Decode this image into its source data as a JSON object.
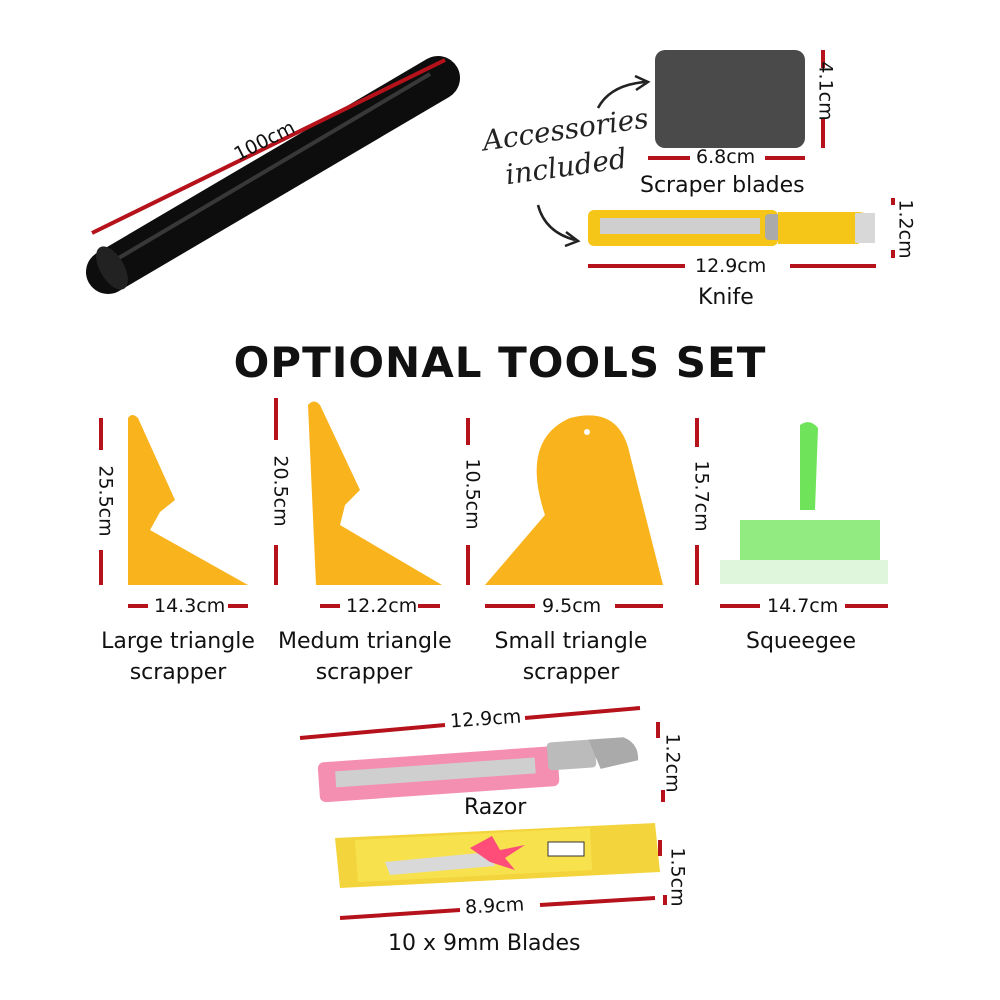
{
  "colors": {
    "dimension_line": "#b5121b",
    "tool_yellow": "#f9b31c",
    "squeegee_green": "#6fe35a",
    "razor_pink": "#f48fb1",
    "blades_box": "#f3d43c",
    "film_roll": "#0d0d0d"
  },
  "film_roll": {
    "length": "100cm"
  },
  "accessories": {
    "note_line1": "Accessories",
    "note_line2": "included",
    "scraper": {
      "width": "6.8cm",
      "height": "4.1cm",
      "name": "Scraper blades"
    },
    "knife": {
      "length": "12.9cm",
      "height": "1.2cm",
      "name": "Knife"
    }
  },
  "section_title": "OPTIONAL TOOLS SET",
  "tools": [
    {
      "height": "25.5cm",
      "width": "14.3cm",
      "name_line1": "Large triangle",
      "name_line2": "scrapper"
    },
    {
      "height": "20.5cm",
      "width": "12.2cm",
      "name_line1": "Medum triangle",
      "name_line2": "scrapper"
    },
    {
      "height": "10.5cm",
      "width": "9.5cm",
      "name_line1": "Small triangle",
      "name_line2": "scrapper"
    },
    {
      "height": "15.7cm",
      "width": "14.7cm",
      "name_line1": "Squeegee",
      "name_line2": ""
    }
  ],
  "razor": {
    "length": "12.9cm",
    "height": "1.2cm",
    "name": "Razor"
  },
  "blades": {
    "length": "8.9cm",
    "height": "1.5cm",
    "name": "10 x 9mm Blades"
  }
}
